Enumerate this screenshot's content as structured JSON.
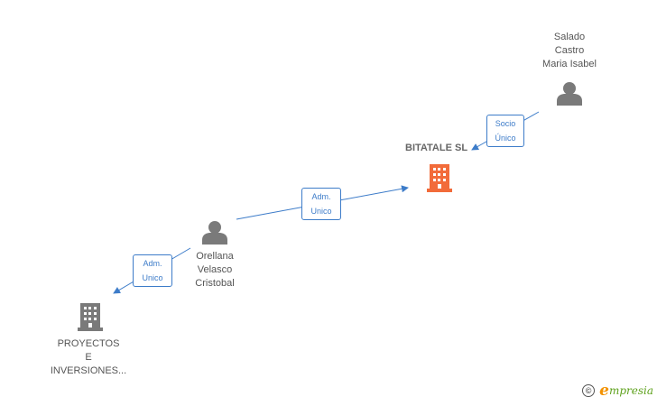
{
  "nodes": {
    "salado": {
      "lines": [
        "Salado",
        "Castro",
        "Maria Isabel"
      ]
    },
    "bitatale": {
      "label": "BITATALE SL"
    },
    "orellana": {
      "lines": [
        "Orellana",
        "Velasco",
        "Cristobal"
      ]
    },
    "proyectos": {
      "lines": [
        "PROYECTOS",
        "E",
        "INVERSIONES..."
      ]
    }
  },
  "edges": {
    "socio_unico": {
      "line1": "Socio",
      "line2": "Único"
    },
    "adm_unico_bitatale": {
      "line1": "Adm.",
      "line2": "Unico"
    },
    "adm_unico_proyectos": {
      "line1": "Adm.",
      "line2": "Unico"
    }
  },
  "colors": {
    "edge": "#3d7cc9",
    "person_icon": "#7a7a7a",
    "company_main": "#f26b3a",
    "company_other": "#7a7a7a"
  },
  "footer": {
    "copyright": "©",
    "brand_first": "e",
    "brand_rest": "mpresia"
  }
}
